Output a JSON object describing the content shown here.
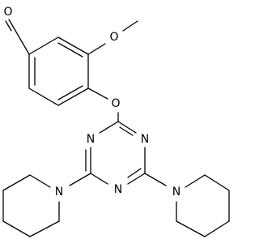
{
  "structure": {
    "atoms": {
      "aldehyde_o": "O",
      "methoxy_o": "O",
      "ether_o": "O",
      "triazine_n_top_left": "N",
      "triazine_n_top_right": "N",
      "triazine_n_bottom": "N",
      "piperidine_n_left": "N",
      "piperidine_n_right": "N"
    },
    "colors": {
      "bond": "#000000",
      "label": "#000000",
      "background": "#ffffff"
    }
  }
}
